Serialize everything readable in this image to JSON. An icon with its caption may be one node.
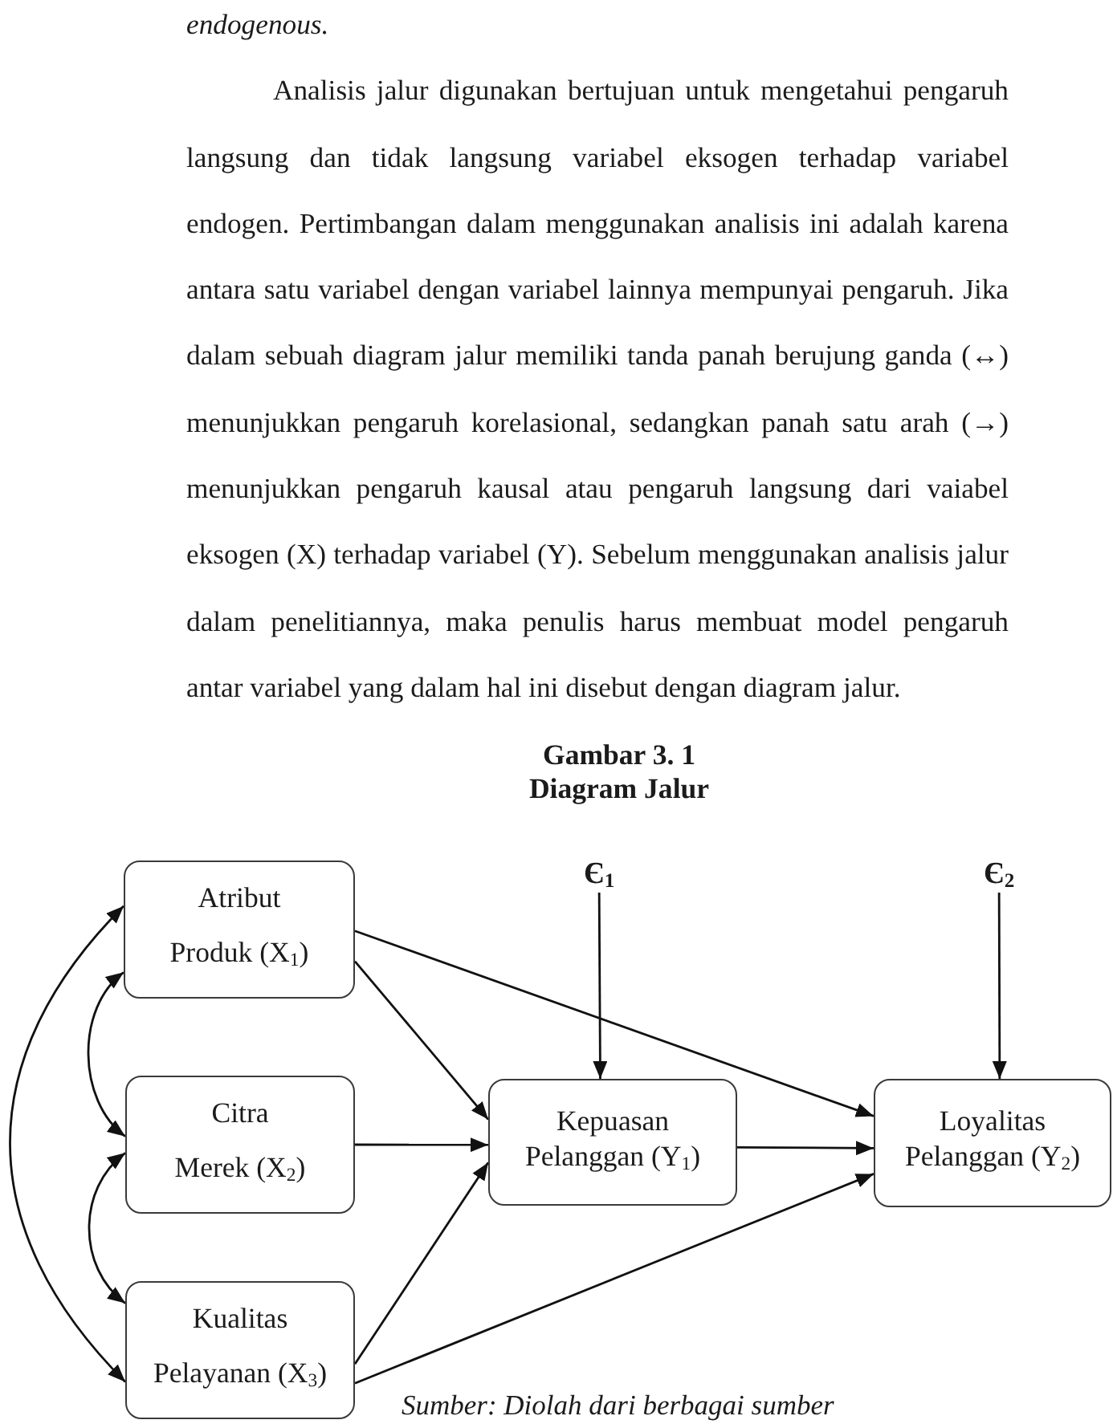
{
  "diagram": {
    "title": "Gambar 3. 1 Diagram Jalur",
    "caption": "Sumber: Diolah dari berbagai sumber",
    "nodes": [
      {
        "text": [
          "Atribut Produk (X$_{1}$)"
        ]
      },
      {
        "text": [
          "Є$_{1}$"
        ]
      },
      {
        "text": [
          "Є$_{2}$"
        ]
      },
      {
        "text": [
          "Citra Merek (X$_{2}$)"
        ]
      },
      {
        "text": [
          "Kepuasan Pelanggan (Y$_{1}$)"
        ]
      },
      {
        "text": [
          "Loyalitas Pelanggan (Y$_{2}$)"
        ]
      },
      {
        "text": [
          "Kualitas Pelayanan (X$_{3}$)"
        ]
      }
    ],
    "edges": [
      {
        "from": 0,
        "to": 4,
        "arrow": "to"
      },
      {
        "from": 0,
        "to": 5,
        "arrow": "to"
      },
      {
        "from": 3,
        "to": 4,
        "arrow": "to"
      },
      {
        "from": 6,
        "to": 4,
        "arrow": "to"
      },
      {
        "from": 6,
        "to": 5,
        "arrow": "to"
      },
      {
        "from": 4,
        "to": 5,
        "arrow": "to"
      },
      {
        "from": 1,
        "to": 4,
        "arrow": "to"
      },
      {
        "from": 2,
        "to": 5,
        "arrow": "to"
      },
      {
        "from": 0,
        "to": 3,
        "arrow": "both"
      },
      {
        "from": 3,
        "to": 6,
        "arrow": "both"
      },
      {
        "from": 0,
        "to": 6,
        "arrow": "both"
      }
    ],
    "labels": [
      "endogenous.",
      "Analisis jalur digunakan bertujuan untuk mengetahui pengaruh langsung dan tidak langsung variabel eksogen terhadap variabel endogen. Pertimbangan dalam menggunakan analisis ini adalah karena antara satu variabel dengan variabel lainnya mempunyai pengaruh. Jika dalam sebuah diagram jalur memiliki tanda panah berujung ganda (↔) menunjukkan pengaruh korelasional, sedangkan panah satu arah (→) menunjukkan pengaruh kausal atau pengaruh langsung dari vaiabel eksogen (X) terhadap variabel (Y). Sebelum menggunakan analisis jalur dalam penelitiannya, maka penulis harus membuat model pengaruh antar variabel yang dalam hal ini disebut dengan diagram jalur."
    ]
  }
}
